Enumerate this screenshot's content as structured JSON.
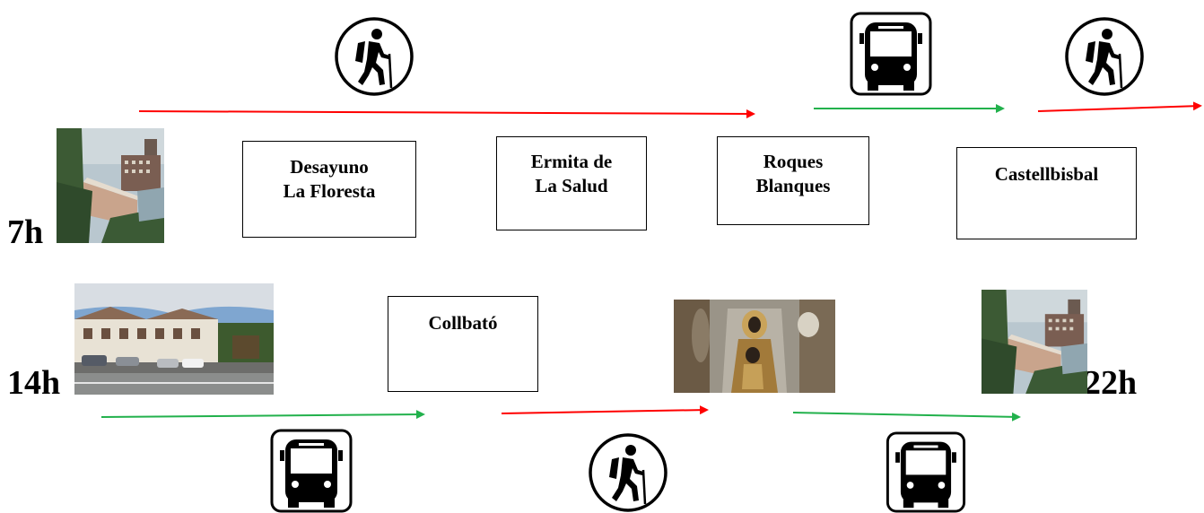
{
  "colors": {
    "walk": "#ff0000",
    "transit": "#22b14c",
    "ink": "#000000"
  },
  "times": {
    "start": "7h",
    "midday": "14h",
    "end": "22h"
  },
  "stops": {
    "breakfast": {
      "line1": "Desayuno",
      "line2": "La Floresta"
    },
    "hermitage": {
      "line1": "Ermita de",
      "line2": "La Salud"
    },
    "roques": {
      "line1": "Roques",
      "line2": "Blanques"
    },
    "castellbisbal": {
      "line1": "Castellbisbal"
    },
    "collbato": {
      "line1": "Collbató"
    }
  },
  "legs": [
    {
      "mode": "hiking-icon",
      "color": "walk"
    },
    {
      "mode": "bus-icon",
      "color": "transit"
    },
    {
      "mode": "hiking-icon",
      "color": "walk"
    },
    {
      "mode": "bus-icon",
      "color": "transit"
    },
    {
      "mode": "hiking-icon",
      "color": "walk"
    },
    {
      "mode": "bus-icon",
      "color": "transit"
    }
  ],
  "photos": [
    "town-photo",
    "restaurant-photo",
    "virgin-statue-photo",
    "town-photo"
  ]
}
